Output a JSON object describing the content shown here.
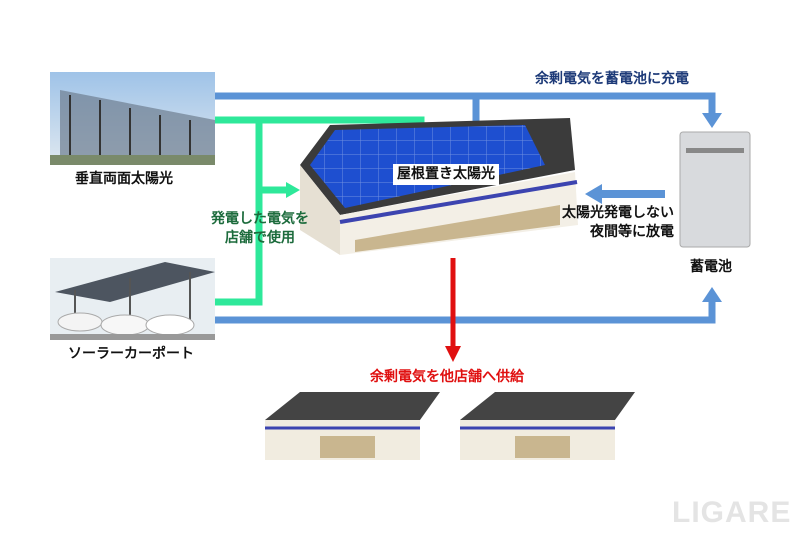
{
  "labels": {
    "charge": "余剰電気を蓄電池に充電",
    "vertical_pv": "垂直両面太陽光",
    "roof_pv": "屋根置き太陽光",
    "use_line1": "発電した電気を",
    "use_line2": "店舗で使用",
    "discharge_line1": "太陽光発電しない",
    "discharge_line2": "夜間等に放電",
    "battery": "蓄電池",
    "carport": "ソーラーカーポート",
    "supply": "余剰電気を他店舗へ供給"
  },
  "watermark": "LIGARE",
  "colors": {
    "blue": "#5b93d6",
    "green": "#2ee89a",
    "red": "#e01010",
    "navy": "#1d3a78",
    "darkgreen": "#1c6b3c"
  }
}
